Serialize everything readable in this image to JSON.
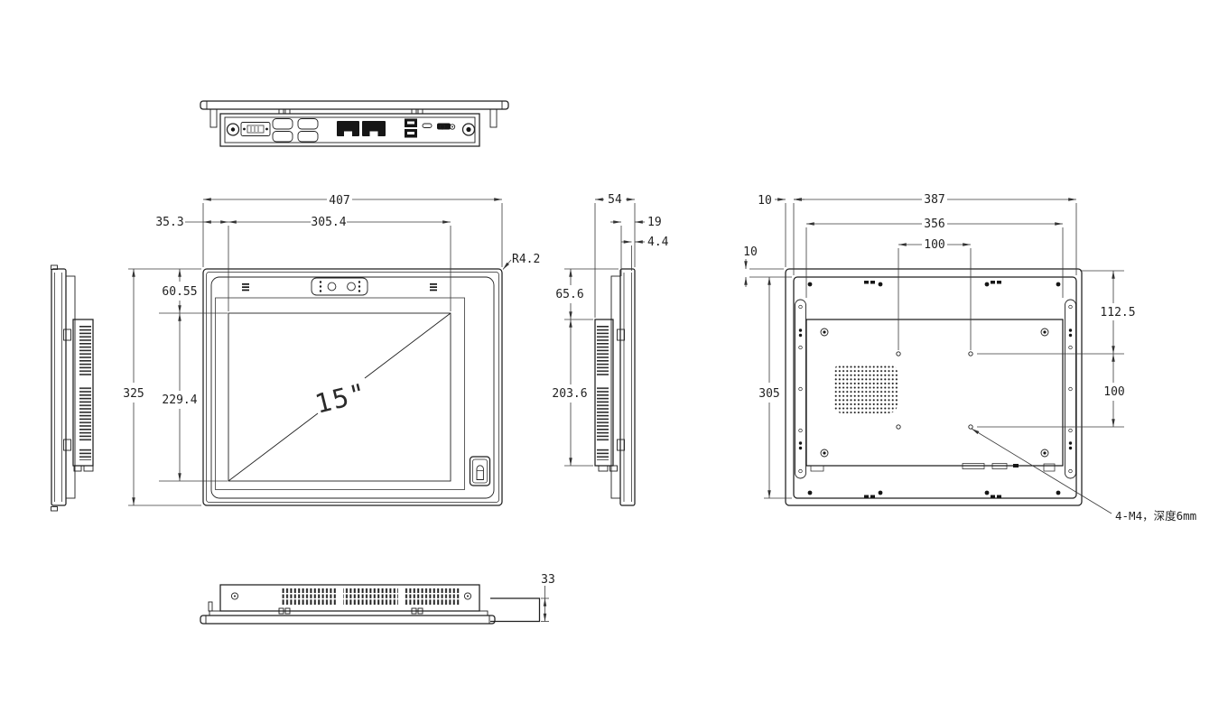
{
  "colors": {
    "line": "#1f1f1f",
    "dim_line": "#3a3a3a",
    "background": "#ffffff",
    "connector_fill": "#161616"
  },
  "labels": {
    "screen_size": "15\"",
    "radius_note": "R4.2",
    "mount_note": "4-M4，深度6mm"
  },
  "dims": {
    "front_width": "407",
    "screen_offset": "35.3",
    "screen_width": "305.4",
    "bezel_top_height": "60.55",
    "front_height": "325",
    "screen_height": "229.4",
    "depth": "54",
    "front_section_depth": "19",
    "panel_thickness": "4.4",
    "module_top_offset": "65.6",
    "module_height": "203.6",
    "rear_overhang_h": "10",
    "rear_overhang_v": "10",
    "rear_width": "387",
    "mount_span": "356",
    "vesa_width": "100",
    "vesa_top_offset": "112.5",
    "vesa_height": "100",
    "rear_height": "305",
    "mount_depth": "33"
  }
}
